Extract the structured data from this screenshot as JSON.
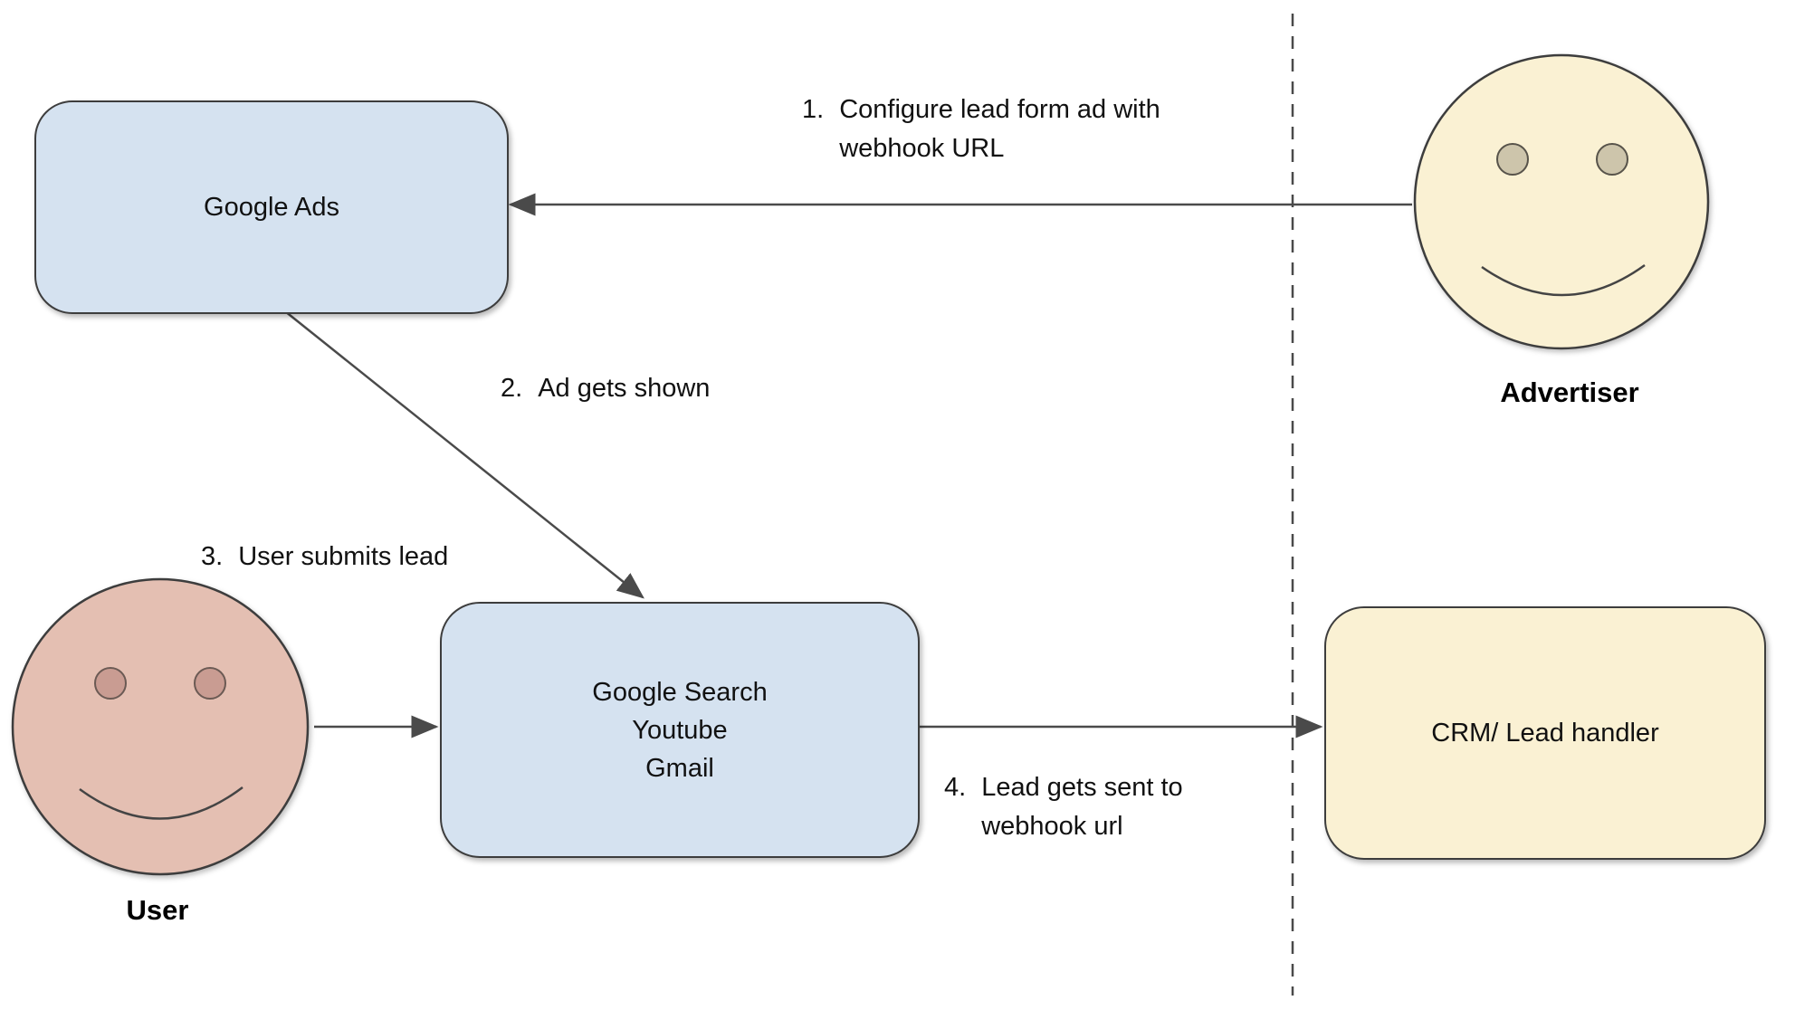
{
  "nodes": {
    "google_ads": {
      "label": "Google Ads"
    },
    "platforms": {
      "line1": "Google Search",
      "line2": "Youtube",
      "line3": "Gmail"
    },
    "crm": {
      "label": "CRM/ Lead handler"
    }
  },
  "actors": {
    "advertiser": {
      "label": "Advertiser"
    },
    "user": {
      "label": "User"
    }
  },
  "steps": {
    "s1": {
      "num": "1.",
      "line1": "Configure lead form ad with",
      "line2": "webhook URL"
    },
    "s2": {
      "num": "2.",
      "line1": "Ad gets shown"
    },
    "s3": {
      "num": "3.",
      "line1": "User submits lead"
    },
    "s4": {
      "num": "4.",
      "line1": "Lead gets sent to",
      "line2": "webhook url"
    }
  },
  "icons": {
    "advertiser_face": "smiley-face-icon",
    "user_face": "smiley-face-icon"
  },
  "colors": {
    "node-blue": "#d5e2f0",
    "node-yellow": "#faf1d3",
    "node-pink": "#e4bfb2",
    "eye-tan": "#cdc5ab",
    "eye-pink": "#c99c92",
    "stroke-dark": "#3d3d3d",
    "arrow-gray": "#4a4a4a",
    "text-black": "#111111"
  }
}
